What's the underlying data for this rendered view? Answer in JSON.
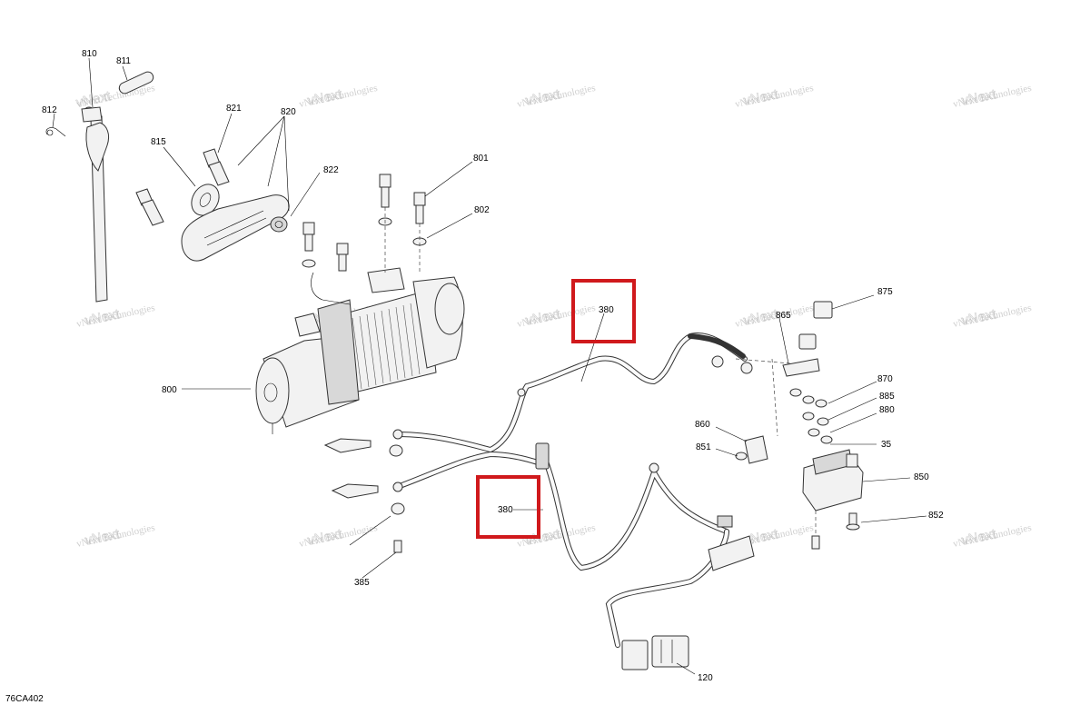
{
  "diagram_code": "76CA402",
  "watermark": {
    "line1": "vNext Technologies",
    "line2": "vNext Technologies"
  },
  "highlight_color": "#d0191c",
  "labels": {
    "p810": "810",
    "p811": "811",
    "p812": "812",
    "p821": "821",
    "p820": "820",
    "p815": "815",
    "p822": "822",
    "p801": "801",
    "p802": "802",
    "p800": "800",
    "p380a": "380",
    "p380b": "380",
    "p865": "865",
    "p875": "875",
    "p870": "870",
    "p885": "885",
    "p880": "880",
    "p35": "35",
    "p860": "860",
    "p851": "851",
    "p850": "850",
    "p852": "852",
    "p385": "385",
    "p120": "120"
  }
}
